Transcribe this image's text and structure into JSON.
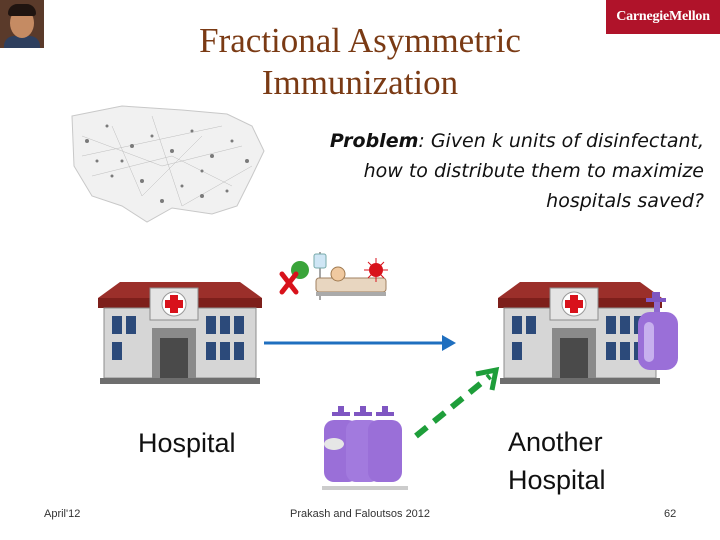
{
  "header": {
    "title_line1": "Fractional Asymmetric",
    "title_line2": "Immunization",
    "logo_text": "CarnegieMellon"
  },
  "problem": {
    "label": "Problem",
    "line1_rest": ": Given k units of disinfectant,",
    "line2": "how to distribute them to maximize",
    "line3": "hospitals saved?"
  },
  "labels": {
    "hospital": "Hospital",
    "another_line1": "Another",
    "another_line2": "Hospital"
  },
  "footer": {
    "date": "April'12",
    "authors": "Prakash and Faloutsos 2012",
    "page": "62"
  },
  "colors": {
    "title": "#7a3a14",
    "logo_bg": "#b0132a",
    "arrow_blue": "#1f6fbf",
    "arrow_green": "#1e9e3a",
    "cross": "#d8121b",
    "bottle": "#9a6fd8"
  }
}
